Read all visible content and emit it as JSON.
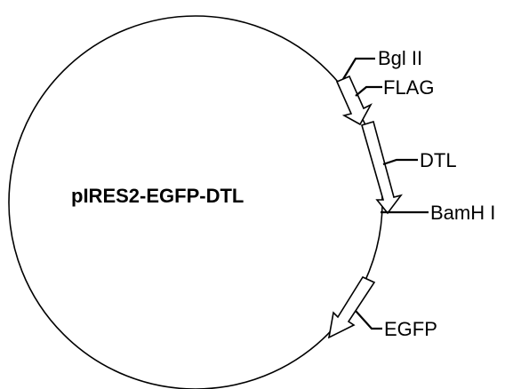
{
  "plasmid": {
    "name": "pIRES2-EGFP-DTL"
  },
  "labels": {
    "bgl2": "Bgl II",
    "flag": "FLAG",
    "dtl": "DTL",
    "bamh1": "BamH I",
    "egfp": "EGFP"
  },
  "colors": {
    "stroke": "#000000",
    "background": "#ffffff"
  }
}
